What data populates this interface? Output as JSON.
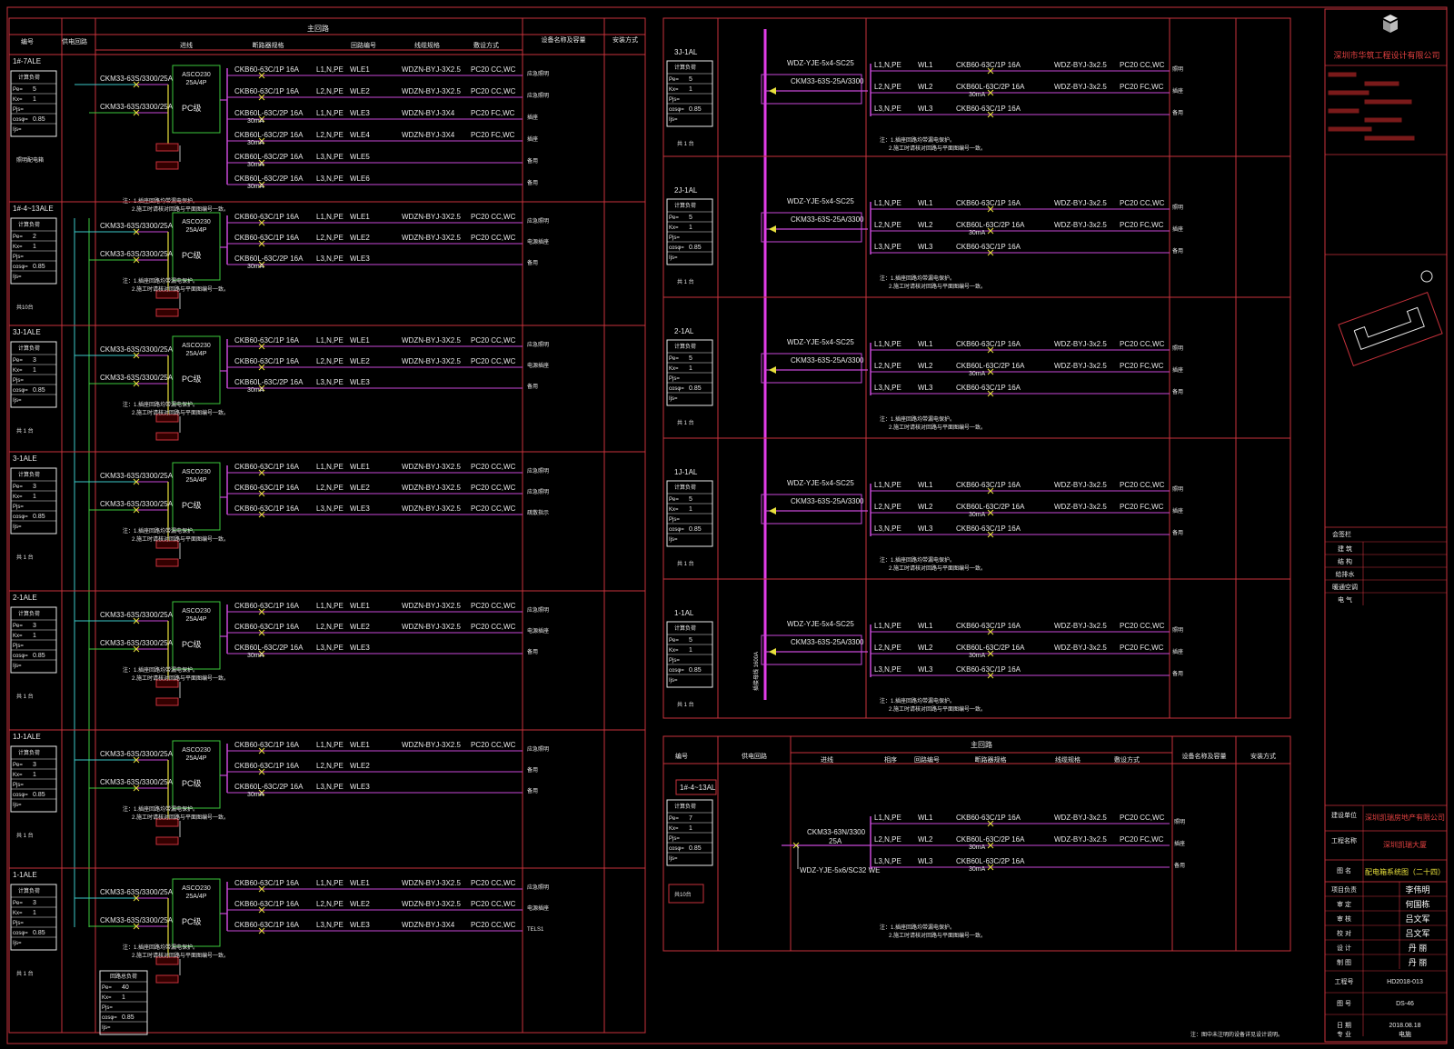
{
  "left_header": {
    "main_circuit": "主回路",
    "number": "编号",
    "supply_circuit": "供电回路",
    "incoming": "进线",
    "breaker_spec": "断路器规格",
    "circuit_no": "回路编号",
    "cable_spec": "线缆规格",
    "laying": "敷设方式",
    "equipment": "设备名称及容量",
    "install": "安装方式"
  },
  "left_panels": [
    {
      "label": "1#-7ALE",
      "calc": {
        "Pe": "5",
        "Kx": "1",
        "Pjs": "",
        "cos": "0.85",
        "Ijs": ""
      },
      "incoming": [
        "CKM33-63S/3300/25A",
        "CKM33-63S/3300/25A"
      ],
      "ats": [
        "ASCO230",
        "25A/4P"
      ],
      "pc": "PC级",
      "foot": "照明配电箱",
      "rows": [
        {
          "breaker": "CKB60-63C/1P 16A",
          "sub": "",
          "phase": "L1,N,PE",
          "wl": "WLE1",
          "cable": "WDZN-BYJ-3X2.5",
          "lay": "PC20 CC,WC",
          "eq": "应急照明"
        },
        {
          "breaker": "CKB60-63C/1P 16A",
          "sub": "",
          "phase": "L2,N,PE",
          "wl": "WLE2",
          "cable": "WDZN-BYJ-3X2.5",
          "lay": "PC20 CC,WC",
          "eq": "应急照明"
        },
        {
          "breaker": "CKB60L-63C/2P 16A",
          "sub": "30mA",
          "phase": "L1,N,PE",
          "wl": "WLE3",
          "cable": "WDZN-BYJ-3X4",
          "lay": "PC20 FC,WC",
          "eq": "插座"
        },
        {
          "breaker": "CKB60L-63C/2P 16A",
          "sub": "30mA",
          "phase": "L2,N,PE",
          "wl": "WLE4",
          "cable": "WDZN-BYJ-3X4",
          "lay": "PC20 FC,WC",
          "eq": "插座"
        },
        {
          "breaker": "CKB60L-63C/2P 16A",
          "sub": "30mA",
          "phase": "L3,N,PE",
          "wl": "WLE5",
          "cable": "",
          "lay": "",
          "eq": "备用"
        },
        {
          "breaker": "CKB60L-63C/2P 16A",
          "sub": "30mA",
          "phase": "L3,N,PE",
          "wl": "WLE6",
          "cable": "",
          "lay": "",
          "eq": "备用"
        }
      ]
    },
    {
      "label": "1#-4~13ALE",
      "calc": {
        "Pe": "2",
        "Kx": "1",
        "Pjs": "",
        "cos": "0.85",
        "Ijs": ""
      },
      "incoming": [
        "CKM33-63S/3300/25A",
        "CKM33-63S/3300/25A"
      ],
      "ats": [
        "ASCO230",
        "25A/4P"
      ],
      "pc": "PC级",
      "foot": "共10台",
      "rows": [
        {
          "breaker": "CKB60-63C/1P 16A",
          "sub": "",
          "phase": "L1,N,PE",
          "wl": "WLE1",
          "cable": "WDZN-BYJ-3X2.5",
          "lay": "PC20 CC,WC",
          "eq": "应急照明"
        },
        {
          "breaker": "CKB60-63C/1P 16A",
          "sub": "",
          "phase": "L2,N,PE",
          "wl": "WLE2",
          "cable": "WDZN-BYJ-3X2.5",
          "lay": "PC20 CC,WC",
          "eq": "电源插座"
        },
        {
          "breaker": "CKB60L-63C/2P 16A",
          "sub": "30mA",
          "phase": "L3,N,PE",
          "wl": "WLE3",
          "cable": "",
          "lay": "",
          "eq": "备用"
        }
      ]
    },
    {
      "label": "3J-1ALE",
      "calc": {
        "Pe": "3",
        "Kx": "1",
        "Pjs": "",
        "cos": "0.85",
        "Ijs": ""
      },
      "incoming": [
        "CKM33-63S/3300/25A",
        "CKM33-63S/3300/25A"
      ],
      "ats": [
        "ASCO230",
        "25A/4P"
      ],
      "pc": "PC级",
      "foot": "共 1 台",
      "rows": [
        {
          "breaker": "CKB60-63C/1P 16A",
          "sub": "",
          "phase": "L1,N,PE",
          "wl": "WLE1",
          "cable": "WDZN-BYJ-3X2.5",
          "lay": "PC20 CC,WC",
          "eq": "应急照明"
        },
        {
          "breaker": "CKB60-63C/1P 16A",
          "sub": "",
          "phase": "L2,N,PE",
          "wl": "WLE2",
          "cable": "WDZN-BYJ-3X2.5",
          "lay": "PC20 CC,WC",
          "eq": "电源插座"
        },
        {
          "breaker": "CKB60L-63C/2P 16A",
          "sub": "30mA",
          "phase": "L3,N,PE",
          "wl": "WLE3",
          "cable": "",
          "lay": "",
          "eq": "备用"
        }
      ]
    },
    {
      "label": "3-1ALE",
      "calc": {
        "Pe": "3",
        "Kx": "1",
        "Pjs": "",
        "cos": "0.85",
        "Ijs": ""
      },
      "incoming": [
        "CKM33-63S/3300/25A",
        "CKM33-63S/3300/25A"
      ],
      "ats": [
        "ASCO230",
        "25A/4P"
      ],
      "pc": "PC级",
      "foot": "共 1 台",
      "rows": [
        {
          "breaker": "CKB60-63C/1P 16A",
          "sub": "",
          "phase": "L1,N,PE",
          "wl": "WLE1",
          "cable": "WDZN-BYJ-3X2.5",
          "lay": "PC20 CC,WC",
          "eq": "应急照明"
        },
        {
          "breaker": "CKB60-63C/1P 16A",
          "sub": "",
          "phase": "L2,N,PE",
          "wl": "WLE2",
          "cable": "WDZN-BYJ-3X2.5",
          "lay": "PC20 CC,WC",
          "eq": "应急照明"
        },
        {
          "breaker": "CKB60-63C/1P 16A",
          "sub": "",
          "phase": "L3,N,PE",
          "wl": "WLE3",
          "cable": "WDZN-BYJ-3X2.5",
          "lay": "PC20 CC,WC",
          "eq": "疏散指示"
        }
      ]
    },
    {
      "label": "2-1ALE",
      "calc": {
        "Pe": "3",
        "Kx": "1",
        "Pjs": "",
        "cos": "0.85",
        "Ijs": ""
      },
      "incoming": [
        "CKM33-63S/3300/25A",
        "CKM33-63S/3300/25A"
      ],
      "ats": [
        "ASCO230",
        "25A/4P"
      ],
      "pc": "PC级",
      "foot": "共 1 台",
      "rows": [
        {
          "breaker": "CKB60-63C/1P 16A",
          "sub": "",
          "phase": "L1,N,PE",
          "wl": "WLE1",
          "cable": "WDZN-BYJ-3X2.5",
          "lay": "PC20 CC,WC",
          "eq": "应急照明"
        },
        {
          "breaker": "CKB60-63C/1P 16A",
          "sub": "",
          "phase": "L2,N,PE",
          "wl": "WLE2",
          "cable": "WDZN-BYJ-3X2.5",
          "lay": "PC20 CC,WC",
          "eq": "电源插座"
        },
        {
          "breaker": "CKB60L-63C/2P 16A",
          "sub": "30mA",
          "phase": "L3,N,PE",
          "wl": "WLE3",
          "cable": "",
          "lay": "",
          "eq": "备用"
        }
      ]
    },
    {
      "label": "1J-1ALE",
      "calc": {
        "Pe": "3",
        "Kx": "1",
        "Pjs": "",
        "cos": "0.85",
        "Ijs": ""
      },
      "incoming": [
        "CKM33-63S/3300/25A",
        "CKM33-63S/3300/25A"
      ],
      "ats": [
        "ASCO230",
        "25A/4P"
      ],
      "pc": "PC级",
      "foot": "共 1 台",
      "rows": [
        {
          "breaker": "CKB60-63C/1P 16A",
          "sub": "",
          "phase": "L1,N,PE",
          "wl": "WLE1",
          "cable": "WDZN-BYJ-3X2.5",
          "lay": "PC20 CC,WC",
          "eq": "应急照明"
        },
        {
          "breaker": "CKB60-63C/1P 16A",
          "sub": "",
          "phase": "L2,N,PE",
          "wl": "WLE2",
          "cable": "",
          "lay": "",
          "eq": "备用"
        },
        {
          "breaker": "CKB60L-63C/2P 16A",
          "sub": "30mA",
          "phase": "L3,N,PE",
          "wl": "WLE3",
          "cable": "",
          "lay": "",
          "eq": "备用"
        }
      ]
    },
    {
      "label": "1-1ALE",
      "calc": {
        "Pe": "3",
        "Kx": "1",
        "Pjs": "",
        "cos": "0.85",
        "Ijs": ""
      },
      "incoming": [
        "CKM33-63S/3300/25A",
        "CKM33-63S/3300/25A"
      ],
      "ats": [
        "ASCO230",
        "25A/4P"
      ],
      "pc": "PC级",
      "foot": "共 1 台",
      "rows": [
        {
          "breaker": "CKB60-63C/1P 16A",
          "sub": "",
          "phase": "L1,N,PE",
          "wl": "WLE1",
          "cable": "WDZN-BYJ-3X2.5",
          "lay": "PC20 CC,WC",
          "eq": "应急照明"
        },
        {
          "breaker": "CKB60-63C/1P 16A",
          "sub": "",
          "phase": "L2,N,PE",
          "wl": "WLE2",
          "cable": "WDZN-BYJ-3X2.5",
          "lay": "PC20 CC,WC",
          "eq": "电源插座"
        },
        {
          "breaker": "CKB60-63C/1P 16A",
          "sub": "",
          "phase": "L3,N,PE",
          "wl": "WLE3",
          "cable": "WDZN-BYJ-3X4",
          "lay": "PC20 CC,WC",
          "eq": "TELS1"
        }
      ]
    }
  ],
  "left_total": {
    "title": "回路总负荷",
    "Pe": "40",
    "Kx": "1",
    "Pjs": "",
    "cos": "0.85",
    "Ijs": ""
  },
  "note_lines": [
    "注：1.插座回路均带漏电保护。",
    "2.施工时请核对回路与平面图编号一致。"
  ],
  "right_panels": [
    {
      "label": "3J-1AL",
      "calc": {
        "Pe": "5",
        "Kx": "1",
        "Pjs": "",
        "cos": "0.85",
        "Ijs": ""
      },
      "foot": "共 1 台",
      "feeder": "WDZ-YJE-5x4-SC25",
      "main_breaker": "CKM33-63S-25A/3300",
      "rows": [
        {
          "phase": "L1,N,PE",
          "wl": "WL1",
          "breaker": "CKB60-63C/1P 16A",
          "sub": "",
          "cable": "WDZ-BYJ-3x2.5",
          "lay": "PC20 CC,WC",
          "eq": "照明"
        },
        {
          "phase": "L2,N,PE",
          "wl": "WL2",
          "breaker": "CKB60L-63C/2P 16A",
          "sub": "30mA",
          "cable": "WDZ-BYJ-3x2.5",
          "lay": "PC20 FC,WC",
          "eq": "插座"
        },
        {
          "phase": "L3,N,PE",
          "wl": "WL3",
          "breaker": "CKB60-63C/1P 16A",
          "sub": "",
          "cable": "",
          "lay": "",
          "eq": "备用"
        }
      ]
    },
    {
      "label": "2J-1AL",
      "calc": {
        "Pe": "5",
        "Kx": "1",
        "Pjs": "",
        "cos": "0.85",
        "Ijs": ""
      },
      "foot": "共 1 台",
      "feeder": "WDZ-YJE-5x4-SC25",
      "main_breaker": "CKM33-63S-25A/3300",
      "rows": [
        {
          "phase": "L1,N,PE",
          "wl": "WL1",
          "breaker": "CKB60-63C/1P 16A",
          "sub": "",
          "cable": "WDZ-BYJ-3x2.5",
          "lay": "PC20 CC,WC",
          "eq": "照明"
        },
        {
          "phase": "L2,N,PE",
          "wl": "WL2",
          "breaker": "CKB60L-63C/2P 16A",
          "sub": "30mA",
          "cable": "WDZ-BYJ-3x2.5",
          "lay": "PC20 FC,WC",
          "eq": "插座"
        },
        {
          "phase": "L3,N,PE",
          "wl": "WL3",
          "breaker": "CKB60-63C/1P 16A",
          "sub": "",
          "cable": "",
          "lay": "",
          "eq": "备用"
        }
      ]
    },
    {
      "label": "2-1AL",
      "calc": {
        "Pe": "5",
        "Kx": "1",
        "Pjs": "",
        "cos": "0.85",
        "Ijs": ""
      },
      "foot": "共 1 台",
      "feeder": "WDZ-YJE-5x4-SC25",
      "main_breaker": "CKM33-63S-25A/3300",
      "rows": [
        {
          "phase": "L1,N,PE",
          "wl": "WL1",
          "breaker": "CKB60-63C/1P 16A",
          "sub": "",
          "cable": "WDZ-BYJ-3x2.5",
          "lay": "PC20 CC,WC",
          "eq": "照明"
        },
        {
          "phase": "L2,N,PE",
          "wl": "WL2",
          "breaker": "CKB60L-63C/2P 16A",
          "sub": "30mA",
          "cable": "WDZ-BYJ-3x2.5",
          "lay": "PC20 FC,WC",
          "eq": "插座"
        },
        {
          "phase": "L3,N,PE",
          "wl": "WL3",
          "breaker": "CKB60-63C/1P 16A",
          "sub": "",
          "cable": "",
          "lay": "",
          "eq": "备用"
        }
      ]
    },
    {
      "label": "1J-1AL",
      "calc": {
        "Pe": "5",
        "Kx": "1",
        "Pjs": "",
        "cos": "0.85",
        "Ijs": ""
      },
      "foot": "共 1 台",
      "feeder": "WDZ-YJE-5x4-SC25",
      "main_breaker": "CKM33-63S-25A/3300",
      "rows": [
        {
          "phase": "L1,N,PE",
          "wl": "WL1",
          "breaker": "CKB60-63C/1P 16A",
          "sub": "",
          "cable": "WDZ-BYJ-3x2.5",
          "lay": "PC20 CC,WC",
          "eq": "照明"
        },
        {
          "phase": "L2,N,PE",
          "wl": "WL2",
          "breaker": "CKB60L-63C/2P 16A",
          "sub": "30mA",
          "cable": "WDZ-BYJ-3x2.5",
          "lay": "PC20 FC,WC",
          "eq": "插座"
        },
        {
          "phase": "L3,N,PE",
          "wl": "WL3",
          "breaker": "CKB60-63C/1P 16A",
          "sub": "",
          "cable": "",
          "lay": "",
          "eq": "备用"
        }
      ]
    },
    {
      "label": "1-1AL",
      "calc": {
        "Pe": "5",
        "Kx": "1",
        "Pjs": "",
        "cos": "0.85",
        "Ijs": ""
      },
      "foot": "共 1 台",
      "feeder": "WDZ-YJE-5x4-SC25",
      "main_breaker": "CKM33-63S-25A/3300",
      "rows": [
        {
          "phase": "L1,N,PE",
          "wl": "WL1",
          "breaker": "CKB60-63C/1P 16A",
          "sub": "",
          "cable": "WDZ-BYJ-3x2.5",
          "lay": "PC20 CC,WC",
          "eq": "照明"
        },
        {
          "phase": "L2,N,PE",
          "wl": "WL2",
          "breaker": "CKB60L-63C/2P 16A",
          "sub": "30mA",
          "cable": "WDZ-BYJ-3x2.5",
          "lay": "PC20 FC,WC",
          "eq": "插座"
        },
        {
          "phase": "L3,N,PE",
          "wl": "WL3",
          "breaker": "CKB60-63C/1P 16A",
          "sub": "",
          "cable": "",
          "lay": "",
          "eq": "备用"
        }
      ]
    }
  ],
  "bus_label": "插接母线 1600A",
  "bottom_panel": {
    "header": {
      "main_circuit": "主回路",
      "number": "编号",
      "supply": "供电回路",
      "incoming": "进线",
      "phase": "相序",
      "circuit_no": "回路编号",
      "breaker": "断路器规格",
      "cable": "线缆规格",
      "lay": "敷设方式",
      "equipment": "设备名称及容量",
      "install": "安装方式"
    },
    "label": "1#-4~13AL",
    "calc": {
      "Pe": "7",
      "Kx": "1",
      "Pjs": "",
      "cos": "0.85",
      "Ijs": ""
    },
    "foot": "共10台",
    "main_breaker": [
      "CKM33-63N/3300",
      "25A"
    ],
    "feeder": "WDZ-YJE-5x6/SC32 WE",
    "rows": [
      {
        "phase": "L1,N,PE",
        "wl": "WL1",
        "breaker": "CKB60-63C/1P 16A",
        "sub": "",
        "cable": "WDZ-BYJ-3x2.5",
        "lay": "PC20 CC,WC",
        "eq": "照明"
      },
      {
        "phase": "L2,N,PE",
        "wl": "WL2",
        "breaker": "CKB60L-63C/2P 16A",
        "sub": "30mA",
        "cable": "WDZ-BYJ-3x2.5",
        "lay": "PC20 FC,WC",
        "eq": "插座"
      },
      {
        "phase": "L3,N,PE",
        "wl": "WL3",
        "breaker": "CKB60L-63C/2P 16A",
        "sub": "30mA",
        "cable": "",
        "lay": "",
        "eq": "备用"
      }
    ]
  },
  "bottom_note": "注：图中未注明的设备详见设计说明。",
  "title_block": {
    "company": "深圳市华筑工程设计有限公司",
    "sign_header": "会签栏",
    "sign_rows": [
      "建 筑",
      "结 构",
      "给排水",
      "暖通空调",
      "电 气"
    ],
    "client_label": "建设单位",
    "client": "深圳凯瑞房地产有限公司",
    "project_label": "工程名称",
    "project": "深圳凯瑞大厦",
    "drawing_label": "图 名",
    "drawing": "配电箱系统图（二十四）",
    "roles": [
      {
        "role": "项目负责",
        "name": "李伟明"
      },
      {
        "role": "审 定",
        "name": "何国栋"
      },
      {
        "role": "审 核",
        "name": "吕文军"
      },
      {
        "role": "校 对",
        "name": "吕文军"
      },
      {
        "role": "设 计",
        "name": "丹 丽"
      },
      {
        "role": "制 图",
        "name": "丹 丽"
      }
    ],
    "job_no_label": "工程号",
    "job_no": "HD2018-013",
    "sheet_label": "图 号",
    "sheet": "DS-46",
    "discipline_label": "专 业",
    "discipline": "电施",
    "date_label": "日 期",
    "date": "2018.08.18"
  },
  "colors": {
    "frame": "#c8323c",
    "bus": "#e23de8",
    "busline": "#c848d8",
    "text": "#e8e8e8",
    "green": "#3cc83c",
    "yellow": "#e8e03c",
    "cyan": "#3cc8c8"
  }
}
